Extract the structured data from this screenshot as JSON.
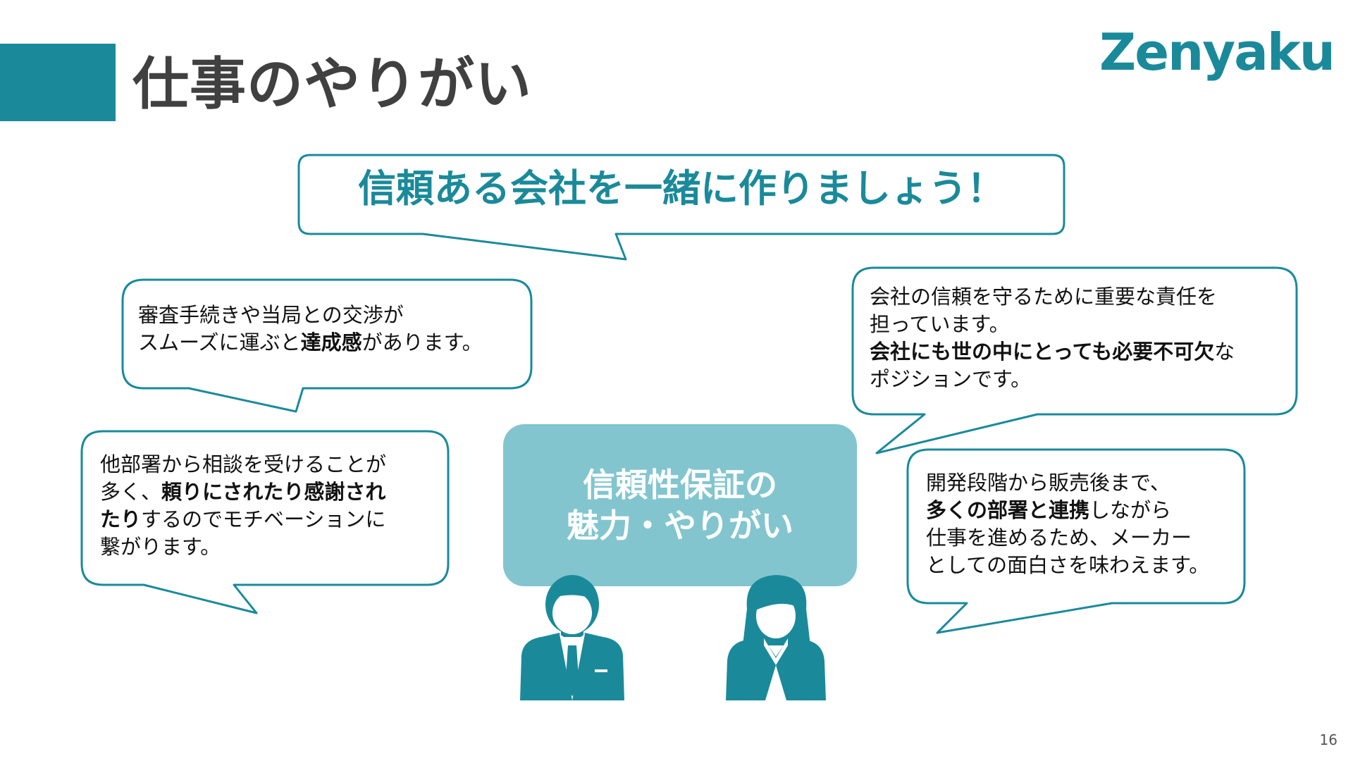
{
  "header": {
    "title": "仕事のやりがい",
    "logo": "Zenyaku"
  },
  "headline": "信頼ある会社を一緒に作りましょう！",
  "center": {
    "line1": "信頼性保証の",
    "line2": "魅力・やりがい"
  },
  "bubbles": {
    "top_left": {
      "line1": "審査手続きや当局との交渉が",
      "line2_a": "スムーズに運ぶと",
      "line2_bold": "達成感",
      "line2_b": "があります。"
    },
    "bottom_left": {
      "line1": "他部署から相談を受けることが",
      "line2_a": "多く、",
      "line2_bold": "頼りにされたり感謝され",
      "line3_bold": "たり",
      "line3_b": "するのでモチベーションに",
      "line4": "繋がります。"
    },
    "top_right": {
      "line1": "会社の信頼を守るために重要な責任を",
      "line2": "担っています。",
      "line3_bold": "会社にも世の中にとっても必要不可欠",
      "line3_b": "な",
      "line4": "ポジションです。"
    },
    "bottom_right": {
      "line1": "開発段階から販売後まで、",
      "line2_bold": "多くの部署と連携",
      "line2_b": "しながら",
      "line3": "仕事を進めるため、メーカー",
      "line4": "としての面白さを味わえます。"
    }
  },
  "icons": {
    "male": "businessman-icon",
    "female": "businesswoman-icon"
  },
  "colors": {
    "accent": "#1a8a9a",
    "center_box": "#82c5cf",
    "title_text": "#404040"
  },
  "page_number": "16"
}
